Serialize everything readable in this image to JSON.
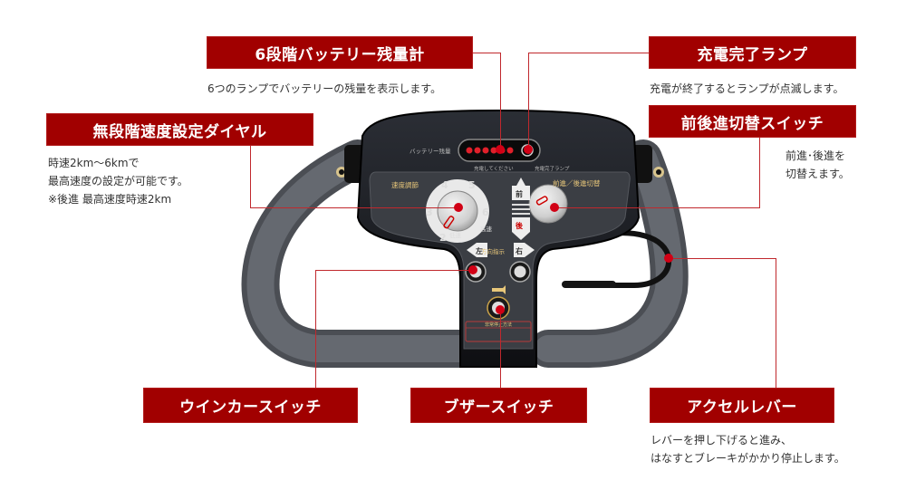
{
  "callouts": {
    "battery_meter": {
      "title": "6段階バッテリー残量計",
      "desc": [
        "6つのランプでバッテリーの残量を表示します。"
      ]
    },
    "charge_lamp": {
      "title": "充電完了ランプ",
      "desc": [
        "充電が終了するとランプが点滅します。"
      ]
    },
    "speed_dial": {
      "title": "無段階速度設定ダイヤル",
      "desc": [
        "時速2km〜6kmで",
        "最高速度の設定が可能です。",
        "※後進 最高速度時速2km"
      ]
    },
    "direction_switch": {
      "title": "前後進切替スイッチ",
      "desc": [
        "前進･後進を",
        "切替えます。"
      ]
    },
    "turn_signal_switch": {
      "title": "ウインカースイッチ"
    },
    "buzzer_switch": {
      "title": "ブザースイッチ"
    },
    "accel_lever": {
      "title": "アクセルレバー",
      "desc": [
        "レバーを押し下げると進み、",
        "はなすとブレーキがかかり停止します。"
      ]
    }
  },
  "panel": {
    "battery_label": "バッテリー残量",
    "please_charge": "充電してください",
    "charge_complete_lamp": "充電完了ランプ",
    "speed_adjust": "速度調節",
    "dial_numbers": [
      "2",
      "3",
      "4",
      "5",
      "6"
    ],
    "speed_unit": "km/h",
    "high_speed": "高速",
    "low_speed": "低速",
    "forward": "前",
    "reverse": "後",
    "direction_switch_label": "前進／後進切替",
    "turn_left": "左",
    "turn_right": "右",
    "turn_signal_label": "方向指示",
    "emergency_stop": "非常停止方法",
    "battery_lamps_count": 6
  },
  "colors": {
    "accent_red": "#a10000",
    "leader_line": "#c0282d",
    "dot_red": "#d10015",
    "grip_gray": "#5d6066",
    "panel_dark": "#1b1d22",
    "panel_text_gold": "#e8c77a"
  }
}
